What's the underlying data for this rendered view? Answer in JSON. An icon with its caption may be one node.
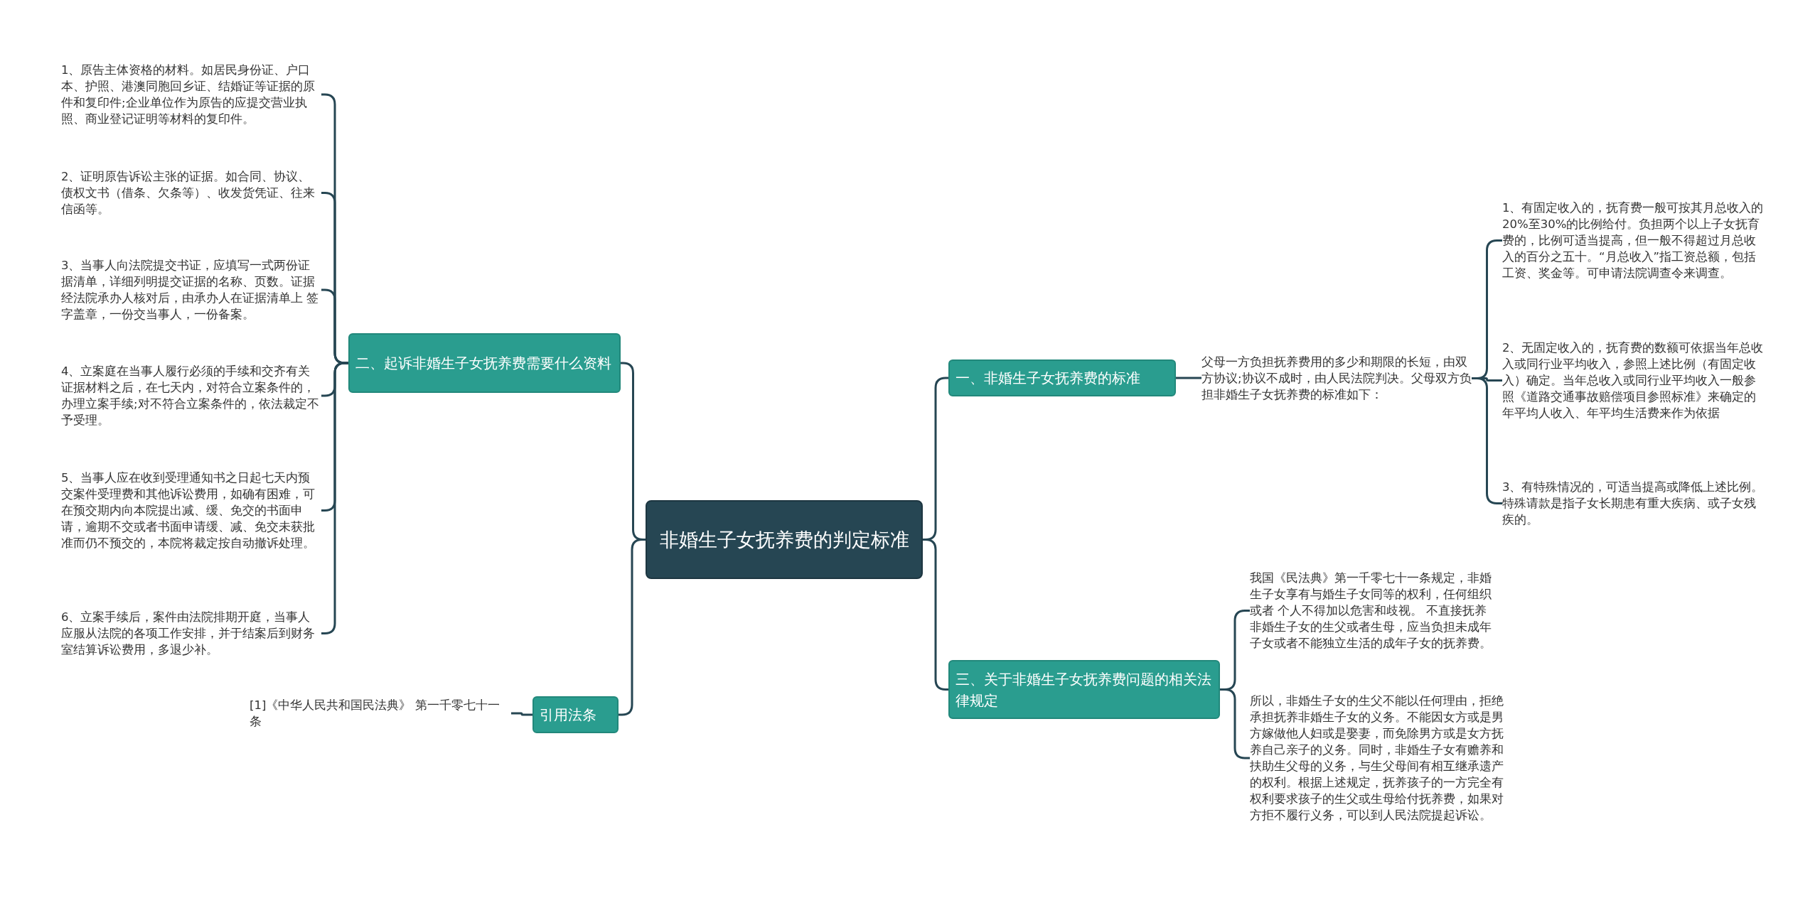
{
  "diagram": {
    "nodes": [
      {
        "text": [
          "非婚生子女抚养费的判定标准"
        ]
      },
      {
        "text": [
          "一、非婚生子女抚养费的标准"
        ]
      },
      {
        "text": [
          "父母一方负担抚养费用的多少和期限的长短，由双方协议;协议不成时，由人民法院判决。父母双方负担非婚生子女抚养费的标准如下："
        ]
      },
      {
        "text": [
          "1、有固定收入的，抚育费一般可按其月总收入的20%至30%的比例给付。负担两个以上子女抚育费的，比例可适当提高，但一般不得超过月总收入的百分之五十。“月总收入”指工资总额，包括工资、奖金等。可申请法院调查令来调查。"
        ]
      },
      {
        "text": [
          "2、无固定收入的，抚育费的数额可依据当年总收入或同行业平均收入，参照上述比例（有固定收入）确定。当年总收入或同行业平均收入一般参照《道路交通事故赔偿项目参照标准》来确定的年平均人收入、年平均生活费来作为依据"
        ]
      },
      {
        "text": [
          "3、有特殊情况的，可适当提高或降低上述比例。特殊请款是指子女长期患有重大疾病、或子女残疾的。"
        ]
      },
      {
        "text": [
          "三、关于非婚生子女抚养费问题的相关法律规定"
        ]
      },
      {
        "text": [
          "我国《民法典》第一千零七十一条规定，非婚生子女享有与婚生子女同等的权利，任何组织或者 个人不得加以危害和歧视。 不直接抚养非婚生子女的生父或者生母，应当负担未成年子女或者不能独立生活的成年子女的抚养费。"
        ]
      },
      {
        "text": [
          "所以，非婚生子女的生父不能以任何理由，拒绝承担抚养非婚生子女的义务。不能因女方或是男方嫁做他人妇或是娶妻，而免除男方或是女方抚养自己亲子的义务。同时，非婚生子女有赡养和扶助生父母的义务，与生父母间有相互继承遗产的权利。根据上述规定，抚养孩子的一方完全有权利要求孩子的生父或生母给付抚养费，如果对方拒不履行义务，可以到人民法院提起诉讼。"
        ]
      },
      {
        "text": [
          "二、起诉非婚生子女抚养费需要什么资料"
        ]
      },
      {
        "text": [
          "1、原告主体资格的材料。如居民身份证、户口本、护照、港澳同胞回乡证、结婚证等证据的原件和复印件;企业单位作为原告的应提交营业执照、商业登记证明等材料的复印件。"
        ]
      },
      {
        "text": [
          "2、证明原告诉讼主张的证据。如合同、协议、债权文书（借条、欠条等）、收发货凭证、往来信函等。"
        ]
      },
      {
        "text": [
          "3、当事人向法院提交书证，应填写一式两份证据清单，详细列明提交证据的名称、页数。证据经法院承办人核对后，由承办人在证据清单上 签字盖章，一份交当事人，一份备案。"
        ]
      },
      {
        "text": [
          "4、立案庭在当事人履行必须的手续和交齐有关证据材料之后，在七天内，对符合立案条件的，办理立案手续;对不符合立案条件的，依法裁定不予受理。"
        ]
      },
      {
        "text": [
          "5、当事人应在收到受理通知书之日起七天内预交案件受理费和其他诉讼费用，如确有困难，可在预交期内向本院提出减、缓、免交的书面申请，逾期不交或者书面申请缓、减、免交未获批准而仍不预交的，本院将裁定按自动撤诉处理。"
        ]
      },
      {
        "text": [
          "6、立案手续后，案件由法院排期开庭，当事人应服从法院的各项工作安排，并于结案后到财务室结算诉讼费用，多退少补。"
        ]
      },
      {
        "text": [
          "引用法条"
        ]
      },
      {
        "text": [
          "[1]《中华人民共和国民法典》 第一千零七十一条"
        ]
      }
    ],
    "edges": [
      {
        "from": 0,
        "to": 1,
        "arrow": "none"
      },
      {
        "from": 1,
        "to": 2,
        "arrow": "none"
      },
      {
        "from": 2,
        "to": 3,
        "arrow": "none"
      },
      {
        "from": 2,
        "to": 4,
        "arrow": "none"
      },
      {
        "from": 2,
        "to": 5,
        "arrow": "none"
      },
      {
        "from": 0,
        "to": 6,
        "arrow": "none"
      },
      {
        "from": 6,
        "to": 7,
        "arrow": "none"
      },
      {
        "from": 6,
        "to": 8,
        "arrow": "none"
      },
      {
        "from": 0,
        "to": 9,
        "arrow": "none"
      },
      {
        "from": 9,
        "to": 10,
        "arrow": "none"
      },
      {
        "from": 9,
        "to": 11,
        "arrow": "none"
      },
      {
        "from": 9,
        "to": 12,
        "arrow": "none"
      },
      {
        "from": 9,
        "to": 13,
        "arrow": "none"
      },
      {
        "from": 9,
        "to": 14,
        "arrow": "none"
      },
      {
        "from": 9,
        "to": 15,
        "arrow": "none"
      },
      {
        "from": 0,
        "to": 16,
        "arrow": "none"
      },
      {
        "from": 16,
        "to": 17,
        "arrow": "none"
      }
    ]
  }
}
